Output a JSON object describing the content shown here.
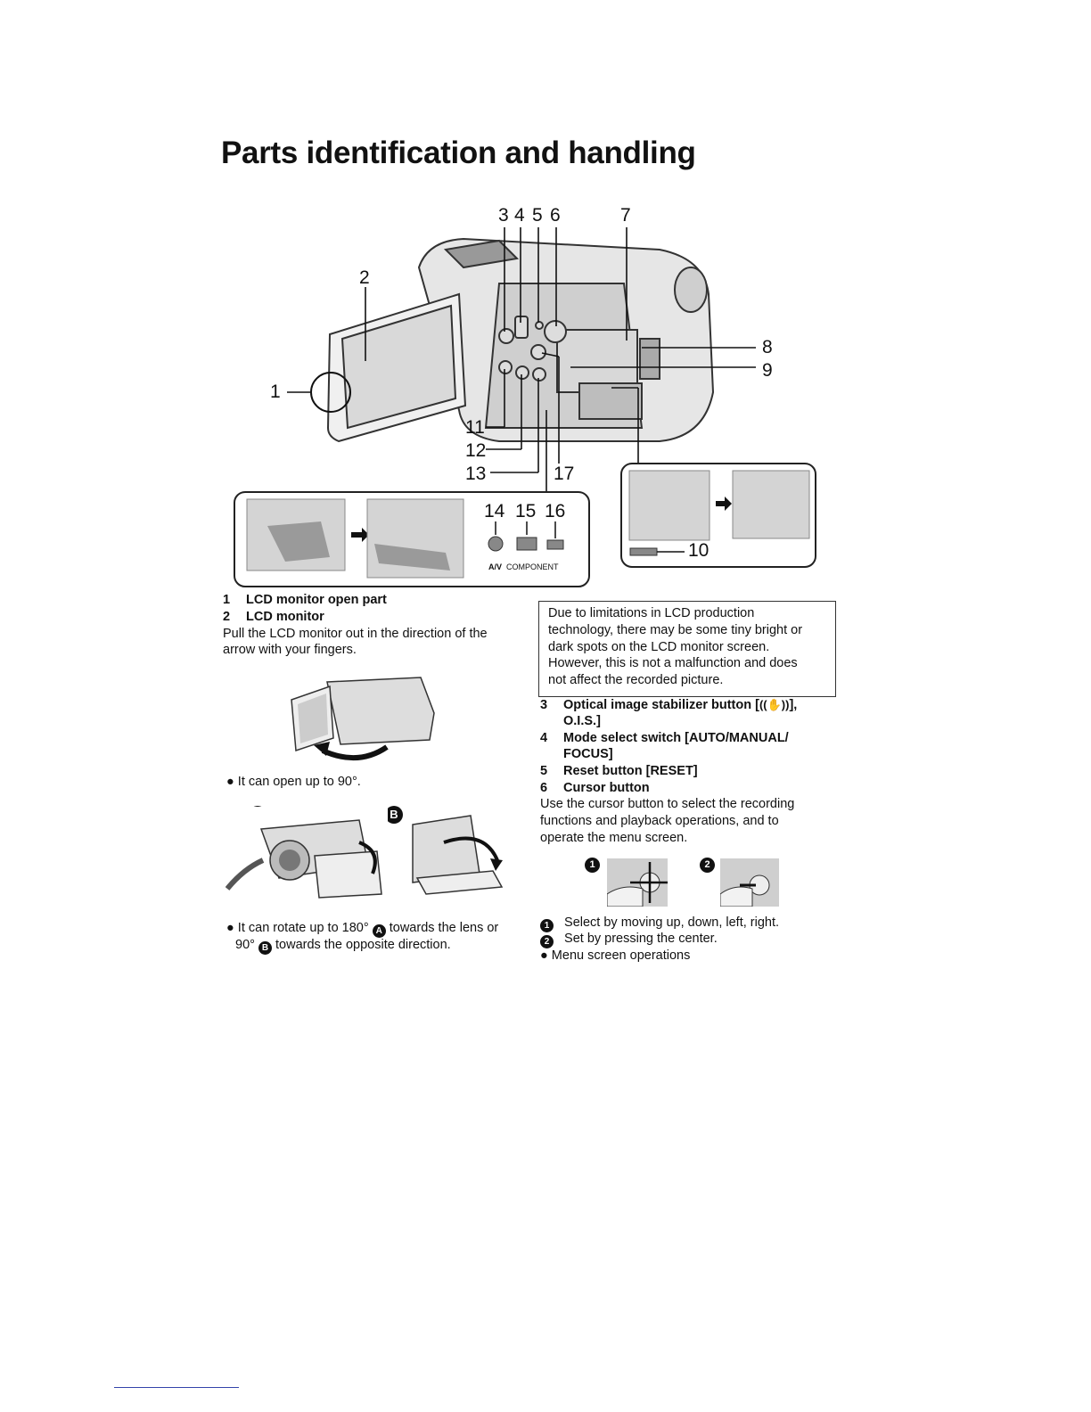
{
  "page": {
    "title": "Parts identification and handling"
  },
  "diagram": {
    "callouts": [
      "1",
      "2",
      "3",
      "4",
      "5",
      "6",
      "7",
      "8",
      "9",
      "10",
      "11",
      "12",
      "13",
      "14",
      "15",
      "16",
      "17"
    ],
    "jack_labels": {
      "av": "A/V",
      "component": "COMPONENT"
    }
  },
  "left_column": {
    "items": [
      {
        "num": "1",
        "label": "LCD monitor open part"
      },
      {
        "num": "2",
        "label": "LCD monitor"
      }
    ],
    "pull_text_1": "Pull the LCD monitor out in the direction of the",
    "pull_text_2": "arrow with your fingers.",
    "open_note": "It can open up to 90°.",
    "fig_labels": {
      "a": "A",
      "b": "B"
    },
    "rotate_note_a_pre": "It can rotate up to 180°",
    "rotate_note_a_post": "towards the lens or",
    "rotate_note_b_pre": "90°",
    "rotate_note_b_post": "towards the opposite direction."
  },
  "notice": {
    "lines": [
      "Due to limitations in LCD production",
      "technology, there may be some tiny bright or",
      "dark spots on the LCD monitor screen.",
      "However, this is not a malfunction and does",
      "not affect the recorded picture."
    ]
  },
  "right_column": {
    "item3_num": "3",
    "item3_line1": "Optical image stabilizer button [",
    "item3_line1_end": "],",
    "item3_line2": "O.I.S.]",
    "item4_num": "4",
    "item4_line1": "Mode select switch [AUTO/MANUAL/",
    "item4_line2": "FOCUS]",
    "item5_num": "5",
    "item5_label": "Reset button [RESET]",
    "item6_num": "6",
    "item6_label": "Cursor button",
    "cursor_text_1": "Use the cursor button to select the recording",
    "cursor_text_2": "functions and playback operations, and to",
    "cursor_text_3": "operate the menu screen.",
    "step_labels": {
      "one": "1",
      "two": "2"
    },
    "step1": "Select by moving up, down, left, right.",
    "step2": "Set by pressing the center.",
    "menu_note": "Menu screen operations"
  }
}
